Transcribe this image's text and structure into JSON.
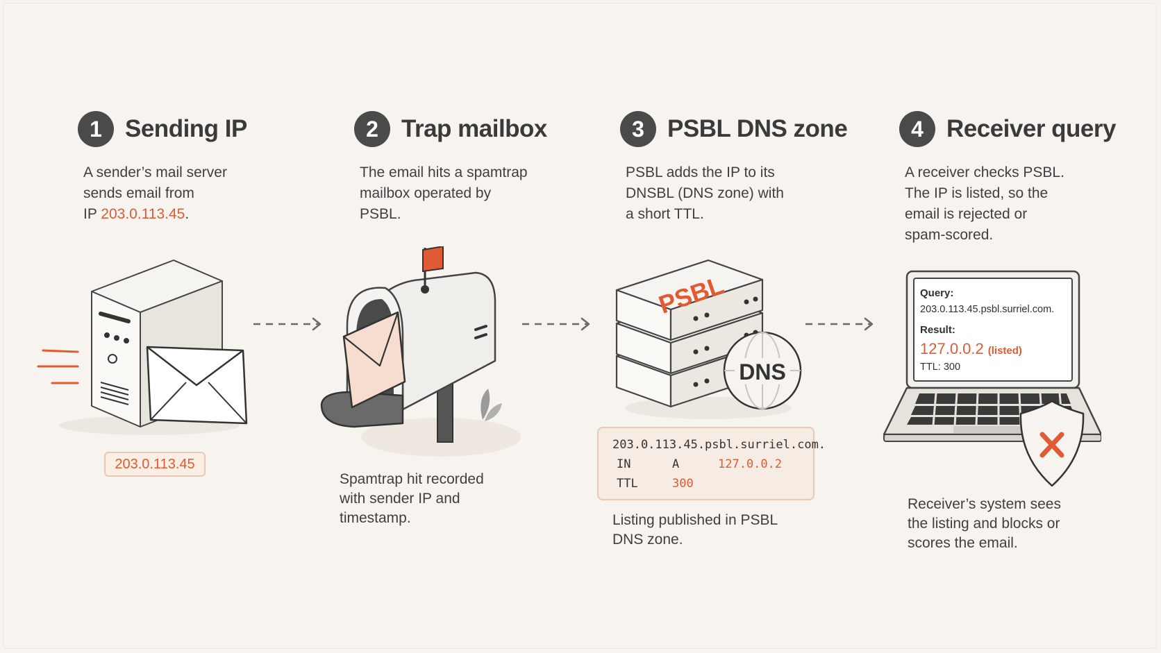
{
  "colors": {
    "accent": "#e05a33",
    "dark": "#4a4a4a",
    "background": "#f7f4ef",
    "badge_border": "#e9c9b5"
  },
  "steps": [
    {
      "number": "1",
      "title": "Sending IP",
      "desc_lines": [
        "A sender’s mail server",
        "sends email from"
      ],
      "desc_prefix": "IP ",
      "desc_ip": "203.0.113.45",
      "desc_suffix": "."
    },
    {
      "number": "2",
      "title": "Trap mailbox",
      "desc_lines": [
        "The email hits a spamtrap",
        "mailbox operated by",
        "PSBL."
      ]
    },
    {
      "number": "3",
      "title": "PSBL DNS zone",
      "desc_lines": [
        "PSBL adds the IP to its",
        "DNSBL (DNS zone) with",
        "a short TTL."
      ]
    },
    {
      "number": "4",
      "title": "Receiver query",
      "desc_lines": [
        "A receiver checks PSBL.",
        "The IP is listed, so the",
        "email is rejected or",
        "spam-scored."
      ]
    }
  ],
  "server": {
    "ip_badge": "203.0.113.45"
  },
  "mailbox": {
    "caption_lines": [
      "Spamtrap hit recorded",
      "with sender IP and",
      "timestamp."
    ]
  },
  "dns": {
    "stack_label": "PSBL",
    "globe_label": "DNS",
    "record": {
      "name": "203.0.113.45.psbl.surriel.com.",
      "class": "IN",
      "type": "A",
      "value": "127.0.0.2",
      "ttl_label": "TTL",
      "ttl_value": "300"
    },
    "caption_lines": [
      "Listing published in PSBL",
      "DNS zone."
    ]
  },
  "receiver": {
    "query_label": "Query:",
    "query_value": "203.0.113.45.psbl.surriel.com.",
    "result_label": "Result:",
    "result_value": "127.0.0.2",
    "result_status": "(listed)",
    "ttl_line": "TTL: 300",
    "caption_lines": [
      "Receiver’s system sees",
      "the listing and blocks or",
      "scores the email."
    ]
  },
  "icons": [
    "server-icon",
    "envelope-icon",
    "mailbox-icon",
    "flag-icon",
    "plant-icon",
    "database-stack-icon",
    "globe-icon",
    "laptop-icon",
    "shield-x-icon",
    "arrow-right-icon"
  ]
}
